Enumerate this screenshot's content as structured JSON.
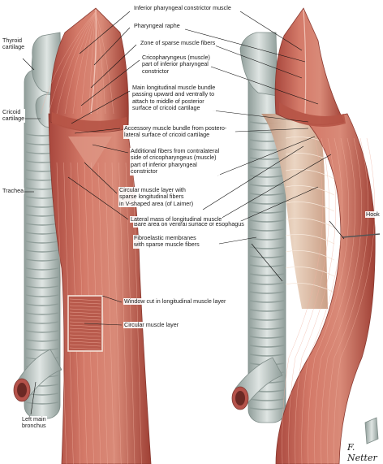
{
  "labels": {
    "inferior_constrictor": "Inferior pharyngeal constrictor muscle",
    "pharyngeal_raphe": "Pharyngeal raphe",
    "zone_sparse": "Zone of sparse muscle fibers",
    "cricopharyngeus": "Cricopharyngeus (muscle)\npart of inferior pharyngeal\nconstrictor",
    "main_longitudinal": "Main longitudinal muscle bundle\npassing upward and ventrally to\nattach to middle of posterior\nsurface of cricoid cartilage",
    "accessory_bundle": "Accessory muscle bundle from postero-\nlateral surface of cricoid cartilage",
    "additional_fibers": "Additional fibers from contralateral\nside of cricopharyngeus (muscle)\npart of inferior pharyngeal\nconstrictor",
    "circular_v": "Circular muscle layer with\nsparse longitudinal fibers\nin V-shaped area (of Laimer)",
    "bare_area": "Bare area on ventral surface of esophagus",
    "lateral_mass": "Lateral mass of longitudinal muscle",
    "fibroelastic": "Fibroelastic membranes\nwith sparse muscle fibers",
    "window_cut": "Window cut in longitudinal muscle layer",
    "circular_layer": "Circular muscle layer",
    "thyroid_cartilage": "Thyroid\ncartilage",
    "cricoid_cartilage": "Cricoid\ncartilage",
    "trachea": "Trachea",
    "left_main_bronchus": "Left main\nbronchus",
    "hook": "Hook"
  },
  "signature": "F. Netter",
  "colors": {
    "muscle": "#c9675a",
    "muscle_dark": "#a8473d",
    "muscle_light": "#e39686",
    "cartilage": "#c9d2cf",
    "cartilage_dark": "#9aa8a4",
    "membrane": "#e7cbb5",
    "leader": "#111111"
  }
}
